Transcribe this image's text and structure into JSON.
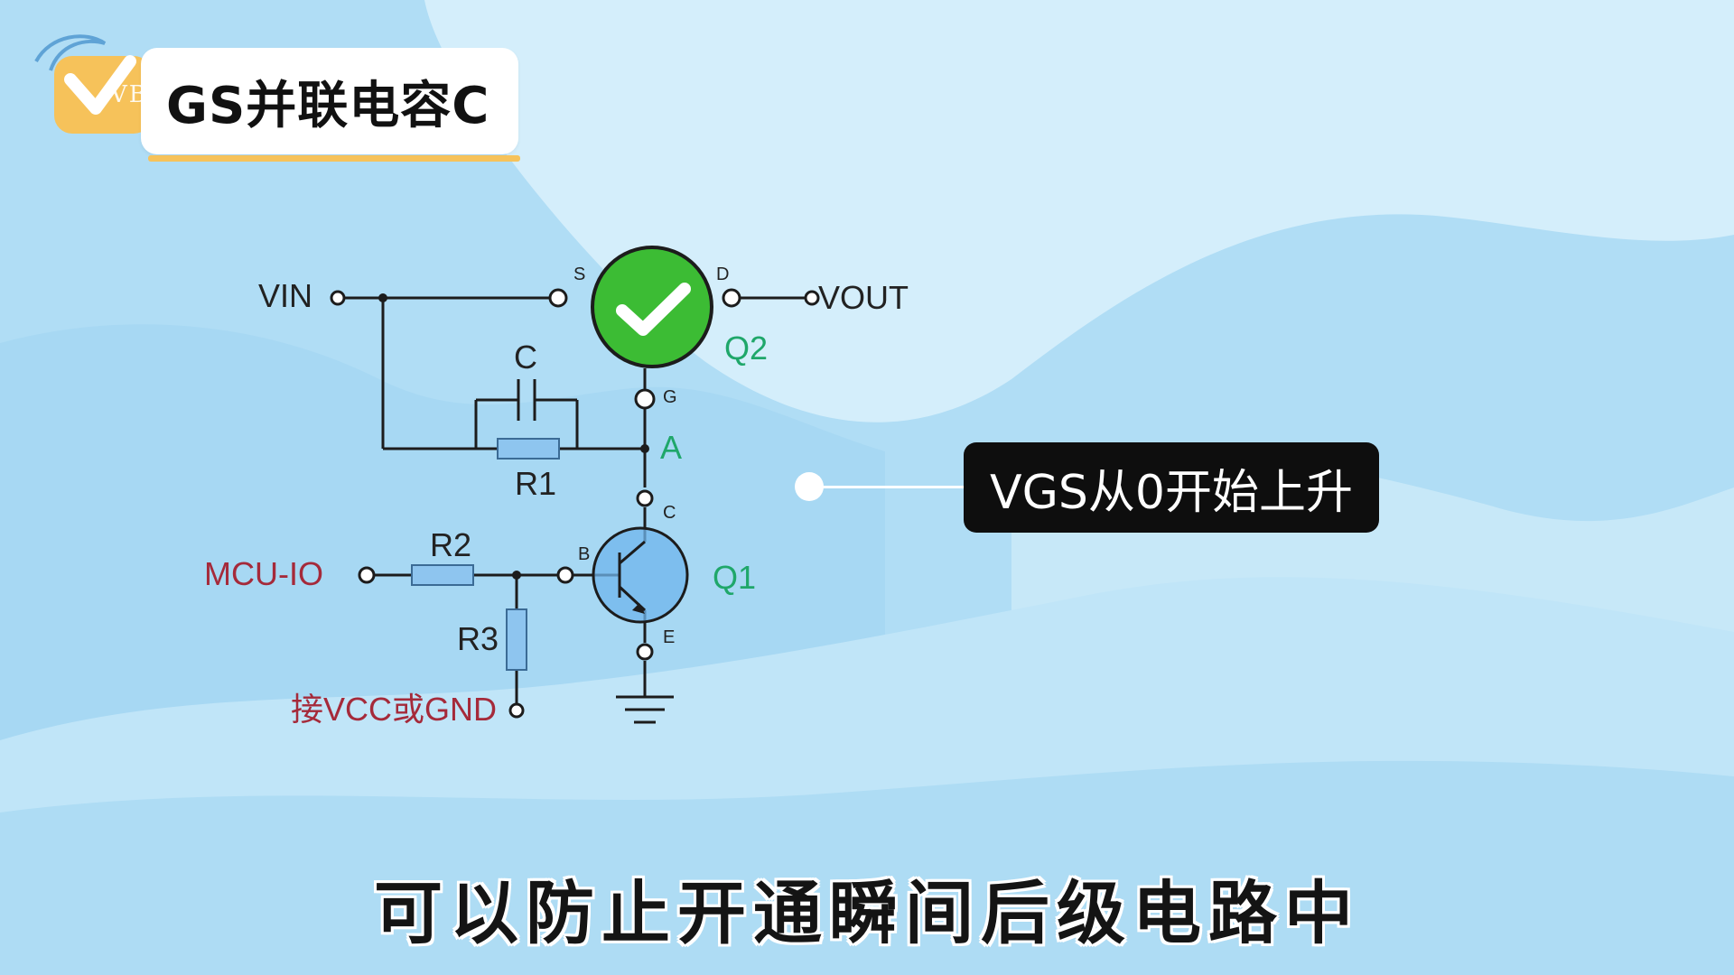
{
  "brand": {
    "logo_text": "VBsemi"
  },
  "title": "GS并联电容C",
  "callout": "VGS从0开始上升",
  "subtitle": "可以防止开通瞬间后级电路中",
  "circuit": {
    "vin": "VIN",
    "vout": "VOUT",
    "mcu_io": "MCU-IO",
    "vcc_gnd": "接VCC或GND",
    "cap": "C",
    "r1": "R1",
    "r2": "R2",
    "r3": "R3",
    "node_a": "A",
    "q1": "Q1",
    "q2": "Q2",
    "pin_s": "S",
    "pin_d": "D",
    "pin_g": "G",
    "pin_b": "B",
    "pin_c": "C",
    "pin_e": "E",
    "q2_state": "on"
  },
  "colors": {
    "wire": "#1c1c1c",
    "label_black": "#222222",
    "label_green": "#1fa76a",
    "label_red": "#a52a3a",
    "resistor_fill": "#8ec5ef",
    "transistor_fill": "#6fb6ec",
    "q2_on": "#3cbc34",
    "accent_yellow": "#f6c25a"
  }
}
